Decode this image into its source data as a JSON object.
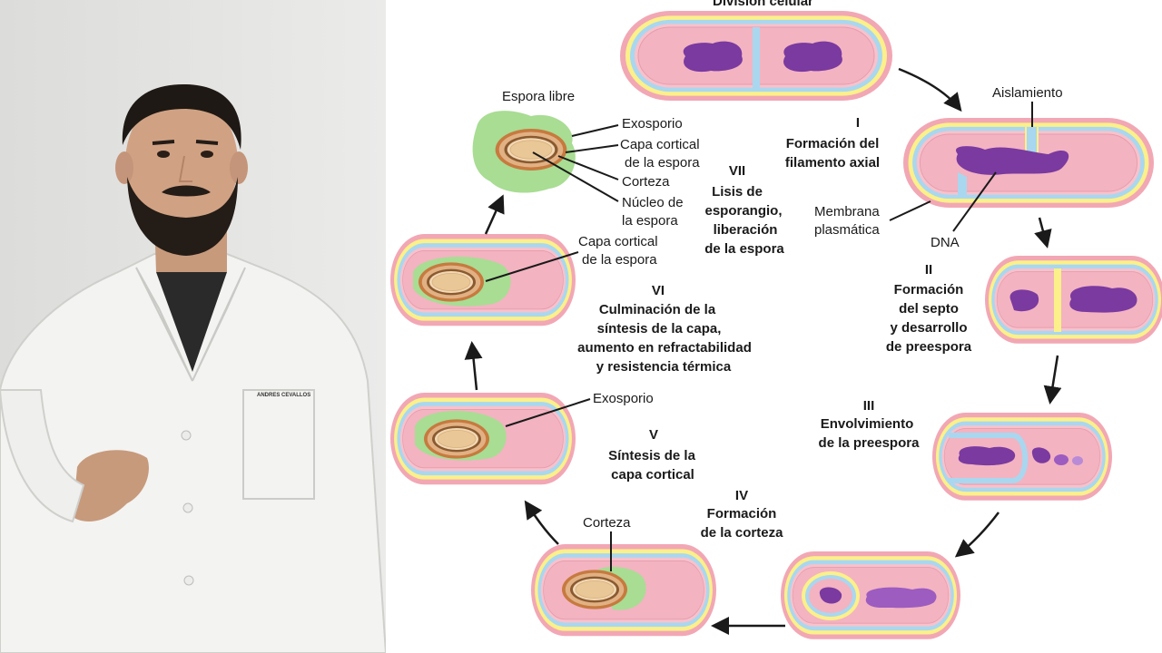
{
  "presenter": {
    "badge_text": "ANDRES CEVALLOS"
  },
  "diagram": {
    "top_title": "División celular",
    "stages": {
      "i": {
        "num": "I",
        "lines": [
          "Formación del",
          "filamento axial"
        ]
      },
      "ii": {
        "num": "II",
        "lines": [
          "Formación",
          "del septo",
          "y desarrollo",
          "de preespora"
        ]
      },
      "iii": {
        "num": "III",
        "lines": [
          "Envolvimiento",
          "de la preespora"
        ]
      },
      "iv": {
        "num": "IV",
        "lines": [
          "Formación",
          "de la corteza"
        ]
      },
      "v": {
        "num": "V",
        "lines": [
          "Síntesis de la",
          "capa cortical"
        ]
      },
      "vi": {
        "num": "VI",
        "lines": [
          "Culminación de la",
          "síntesis de la capa,",
          "aumento en refractabilidad",
          "y resistencia térmica"
        ]
      },
      "vii": {
        "num": "VII",
        "lines": [
          "Lisis de",
          "esporangio,",
          "liberación",
          "de la espora"
        ]
      }
    },
    "labels": {
      "espora_libre": "Espora libre",
      "exosporio": "Exosporio",
      "capa_cortical_1": "Capa cortical",
      "capa_cortical_2": "de la espora",
      "corteza": "Corteza",
      "nucleo_1": "Núcleo de",
      "nucleo_2": "la espora",
      "aislamiento": "Aislamiento",
      "membrana_1": "Membrana",
      "membrana_2": "plasmática",
      "dna": "DNA",
      "vi_capa_1": "Capa cortical",
      "vi_capa_2": "de la espora",
      "v_exosporio": "Exosporio",
      "iv_corteza": "Corteza"
    }
  }
}
